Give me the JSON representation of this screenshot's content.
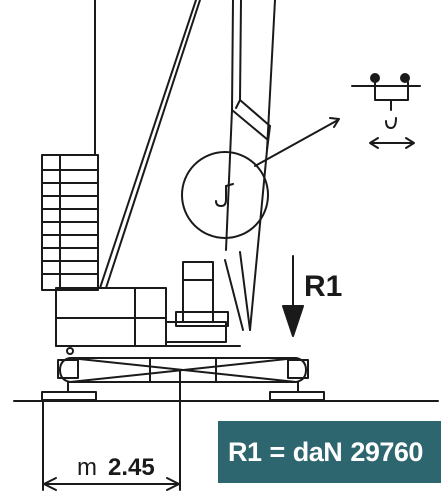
{
  "labels": {
    "reaction_name": "R1",
    "dimension_unit": "m",
    "dimension_value": "2.45"
  },
  "result": {
    "lhs": "R1",
    "eq": "=",
    "unit": "daN",
    "value": "29760"
  },
  "colors": {
    "result_box": "#2e6670",
    "line": "#1a1a1a"
  }
}
